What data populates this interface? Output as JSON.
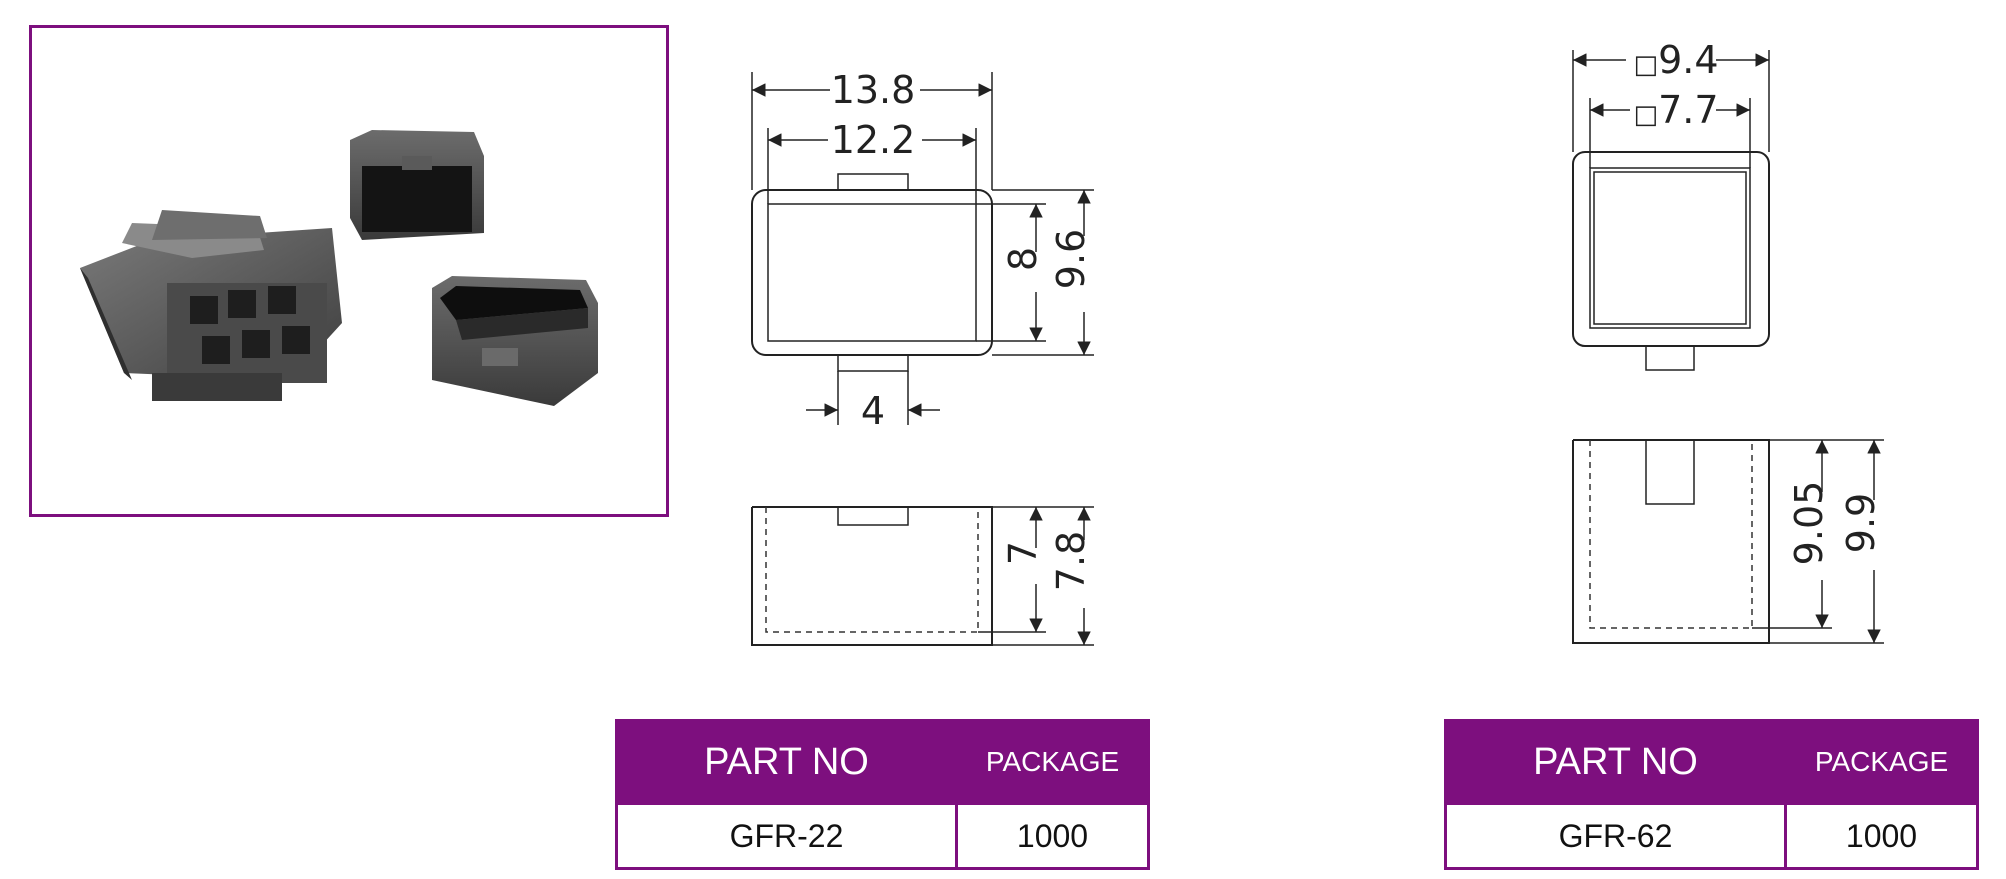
{
  "parts": [
    {
      "dims": {
        "outer_width": "13.8",
        "inner_width": "12.2",
        "inner_height": "8",
        "outer_height": "9.6",
        "tab_width": "4",
        "side_inner_height": "7",
        "side_outer_height": "7.8"
      },
      "table": {
        "header_part": "PART NO",
        "header_package": "PACKAGE",
        "part_no": "GFR-22",
        "package": "1000"
      }
    },
    {
      "dims": {
        "outer_square": "9.4",
        "inner_square": "7.7",
        "side_inner_height": "9.05",
        "side_outer_height": "9.9"
      },
      "table": {
        "header_part": "PART NO",
        "header_package": "PACKAGE",
        "part_no": "GFR-62",
        "package": "1000"
      }
    }
  ],
  "colors": {
    "accent": "#7d0f7e",
    "line": "#222222",
    "product": "#5a5a5a"
  },
  "symbols": {
    "square": "□"
  }
}
